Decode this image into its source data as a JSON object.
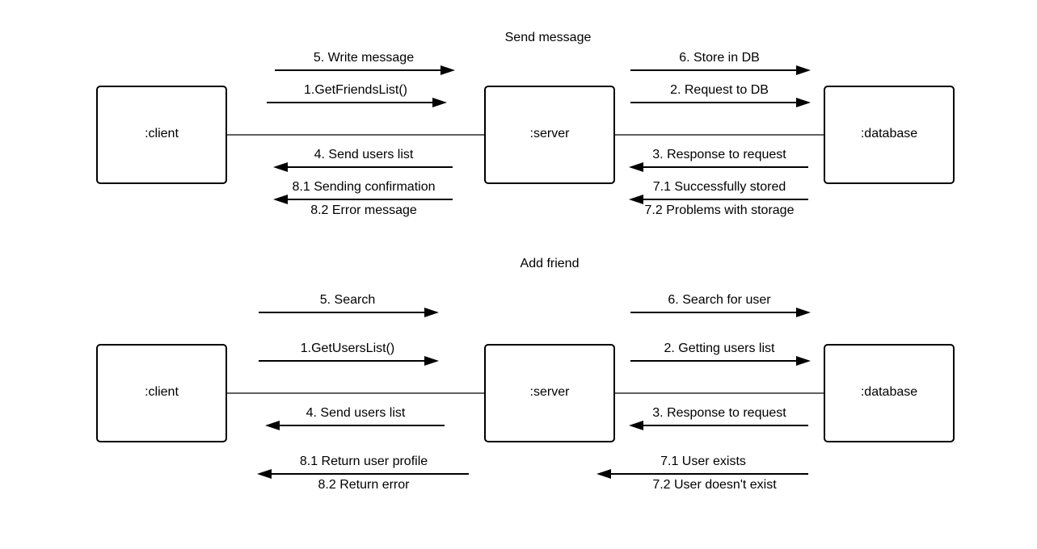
{
  "diagrams": [
    {
      "title": "Send message",
      "nodes": {
        "client": ":client",
        "server": ":server",
        "database": ":database"
      },
      "messages": {
        "m5": "5. Write message",
        "m1": "1.GetFriendsList()",
        "m4": "4. Send users list",
        "m81": "8.1 Sending confirmation",
        "m82": "8.2 Error message",
        "m6": "6. Store in DB",
        "m2": "2. Request to DB",
        "m3": "3. Response to request",
        "m71": "7.1 Successfully stored",
        "m72": "7.2 Problems with storage"
      }
    },
    {
      "title": "Add friend",
      "nodes": {
        "client": ":client",
        "server": ":server",
        "database": ":database"
      },
      "messages": {
        "m5": "5. Search",
        "m1": "1.GetUsersList()",
        "m4": "4. Send users list",
        "m81": "8.1 Return user profile",
        "m82": "8.2 Return error",
        "m6": "6. Search for user",
        "m2": "2. Getting users list",
        "m3": "3. Response to request",
        "m71": "7.1 User exists",
        "m72": "7.2 User doesn't exist"
      }
    }
  ]
}
